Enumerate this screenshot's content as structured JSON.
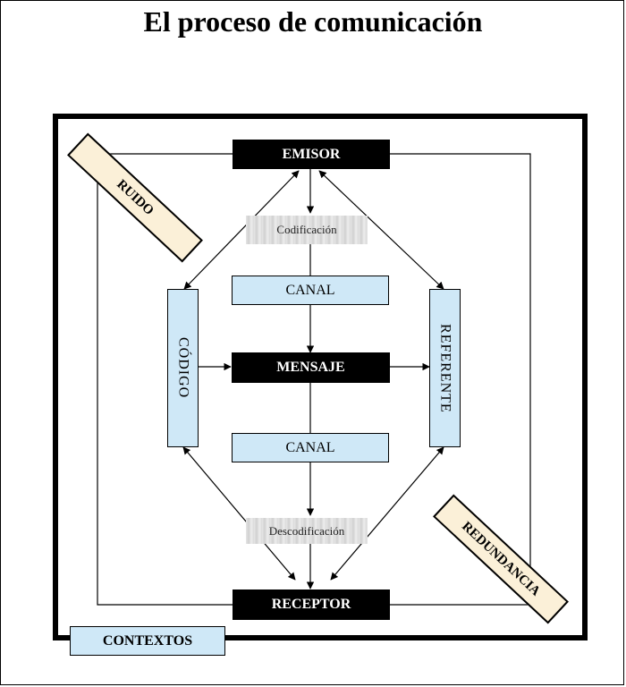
{
  "title": "El proceso de comunicación",
  "boxes": {
    "emisor": "EMISOR",
    "codificacion": "Codificación",
    "canal_top": "CANAL",
    "codigo": "CÓDIGO",
    "mensaje": "MENSAJE",
    "referente": "REFERENTE",
    "canal_bottom": "CANAL",
    "descodificacion": "Descodificación",
    "receptor": "RECEPTOR",
    "ruido": "RUIDO",
    "redundancia": "REDUNDANCIA",
    "contextos": "CONTEXTOS"
  },
  "colors": {
    "black_box": "#000000",
    "blue_box": "#cfe8f7",
    "beige_box": "#fbf0d8"
  }
}
